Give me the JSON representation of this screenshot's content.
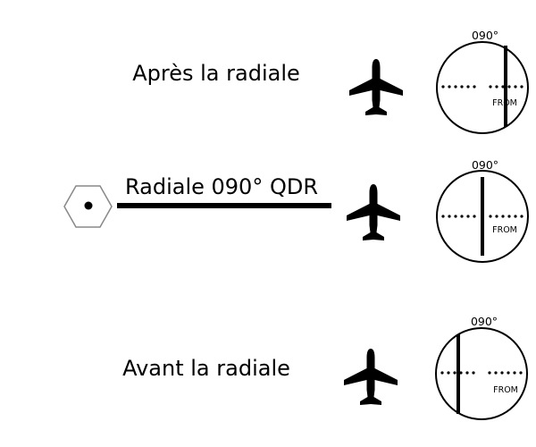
{
  "labels": {
    "after": "Après la radiale",
    "radial": "Radiale 090° QDR",
    "before": "Avant la radiale"
  },
  "indicators": [
    {
      "heading": "090°",
      "to_from": "FROM"
    },
    {
      "heading": "090°",
      "to_from": "FROM"
    },
    {
      "heading": "090°",
      "to_from": "FROM"
    }
  ],
  "icons": {
    "station": "vor-station-icon",
    "aircraft": "aircraft-icon"
  },
  "colors": {
    "ink": "#000000",
    "station_outline": "#888888",
    "background": "#ffffff"
  }
}
